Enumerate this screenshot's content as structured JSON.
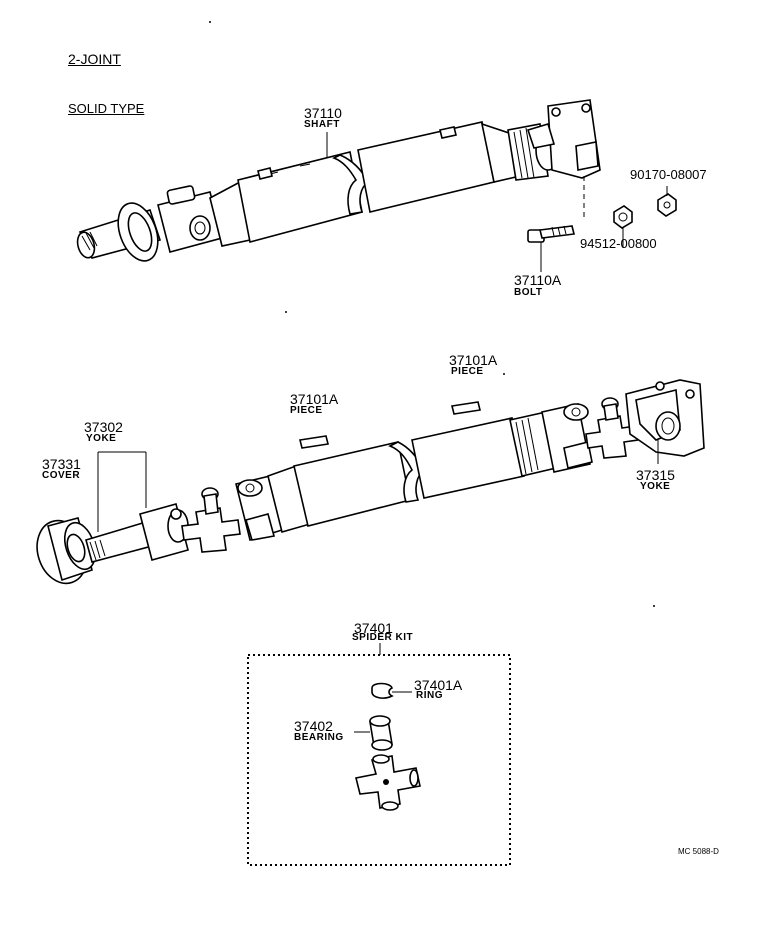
{
  "headings": {
    "joint": "2-JOINT",
    "type": "SOLID TYPE"
  },
  "labels": {
    "shaft": {
      "number": "37110",
      "name": "SHAFT"
    },
    "bolt": {
      "number": "37110A",
      "name": "BOLT"
    },
    "nut_a": {
      "number": "90170-08007"
    },
    "nut_b": {
      "number": "94512-00800"
    },
    "piece_left": {
      "number": "37101A",
      "name": "PIECE"
    },
    "piece_right": {
      "number": "37101A",
      "name": "PIECE"
    },
    "yoke_front": {
      "number": "37302",
      "name": "YOKE"
    },
    "cover": {
      "number": "37331",
      "name": "COVER"
    },
    "yoke_rear": {
      "number": "37315",
      "name": "YOKE"
    },
    "spider_kit": {
      "number": "37401",
      "name": "SPIDER KIT"
    },
    "ring": {
      "number": "37401A",
      "name": "RING"
    },
    "bearing": {
      "number": "37402",
      "name": "BEARING"
    }
  },
  "reference_code": "MC 5088-D"
}
